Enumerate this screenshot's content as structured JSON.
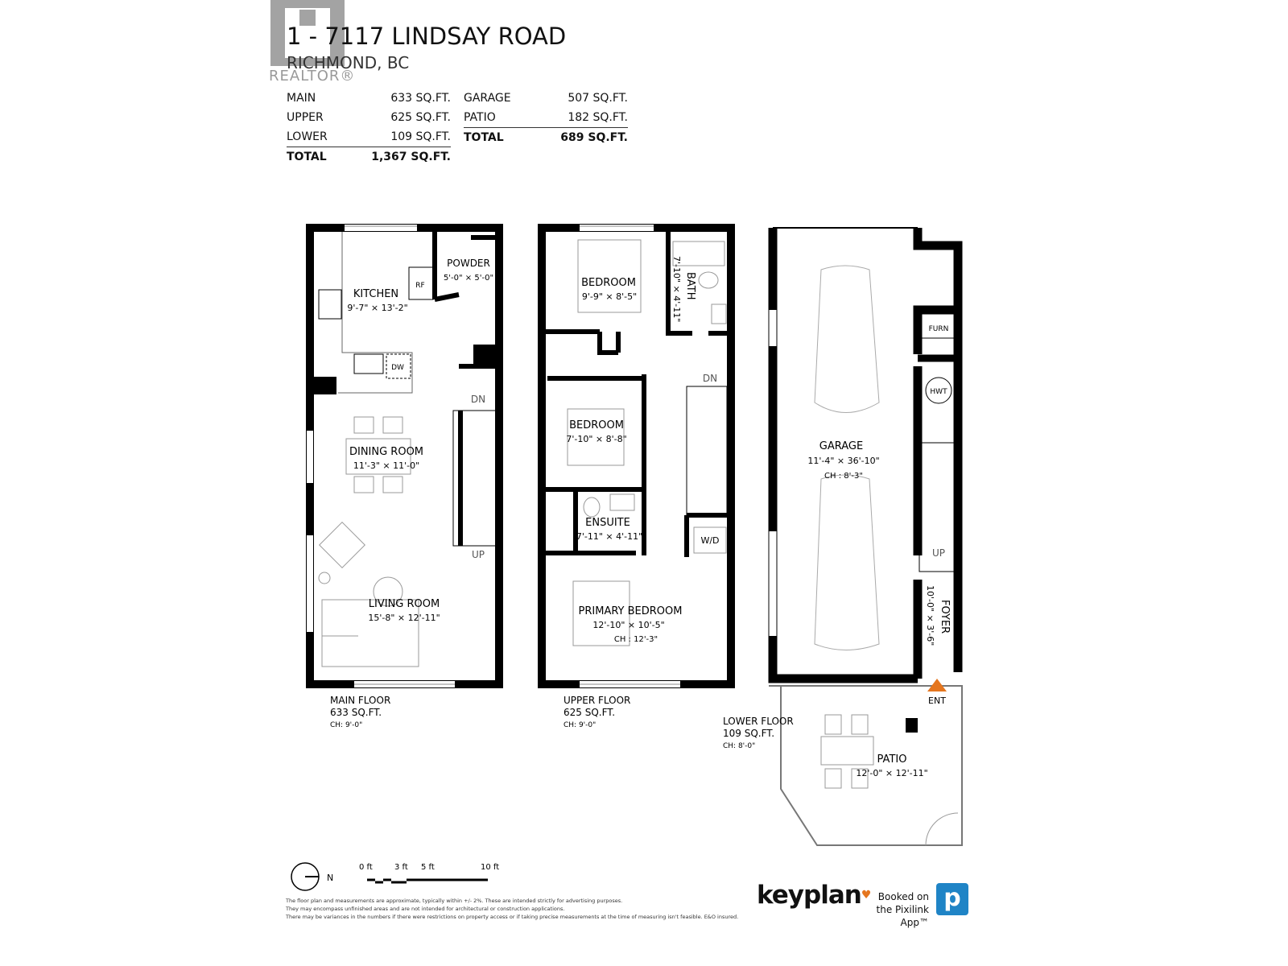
{
  "header": {
    "title": "1 - 7117 LINDSAY ROAD",
    "subtitle": "RICHMOND, BC",
    "logo_text": "REALTOR®"
  },
  "area_table_left": [
    {
      "label": "MAIN",
      "value": "633 SQ.FT."
    },
    {
      "label": "UPPER",
      "value": "625 SQ.FT."
    },
    {
      "label": "LOWER",
      "value": "109 SQ.FT."
    },
    {
      "label": "TOTAL",
      "value": "1,367 SQ.FT."
    }
  ],
  "area_table_right": [
    {
      "label": "GARAGE",
      "value": "507 SQ.FT."
    },
    {
      "label": "PATIO",
      "value": "182 SQ.FT."
    },
    {
      "label": "TOTAL",
      "value": "689 SQ.FT."
    }
  ],
  "rooms": {
    "kitchen": {
      "name": "KITCHEN",
      "dims": "9'-7\" × 13'-2\""
    },
    "powder": {
      "name": "POWDER",
      "dims": "5'-0\" × 5'-0\""
    },
    "dining": {
      "name": "DINING ROOM",
      "dims": "11'-3\" × 11'-0\""
    },
    "living": {
      "name": "LIVING ROOM",
      "dims": "15'-8\" × 12'-11\""
    },
    "bedroom1": {
      "name": "BEDROOM",
      "dims": "9'-9\" × 8'-5\""
    },
    "bath": {
      "name": "BATH",
      "dims": "7'-10\" × 4'-11\""
    },
    "bedroom2": {
      "name": "BEDROOM",
      "dims": "7'-10\" × 8'-8\""
    },
    "ensuite": {
      "name": "ENSUITE",
      "dims": "7'-11\" × 4'-11\""
    },
    "primary": {
      "name": "PRIMARY BEDROOM",
      "dims": "12'-10\" × 10'-5\"",
      "ch": "CH : 12'-3\""
    },
    "garage": {
      "name": "GARAGE",
      "dims": "11'-4\" × 36'-10\"",
      "ch": "CH : 8'-3\""
    },
    "foyer": {
      "name": "FOYER",
      "dims": "10'-0\" × 3'-6\""
    },
    "patio": {
      "name": "PATIO",
      "dims": "12'-0\" × 12'-11\""
    }
  },
  "fixtures": {
    "rf": "RF",
    "dw": "DW",
    "wd": "W/D",
    "furn": "FURN",
    "hwt": "HWT",
    "dn": "DN",
    "up": "UP",
    "ent": "ENT"
  },
  "floors": [
    {
      "name": "MAIN FLOOR",
      "area": "633 SQ.FT.",
      "ch": "CH: 9'-0\""
    },
    {
      "name": "UPPER FLOOR",
      "area": "625 SQ.FT.",
      "ch": "CH: 9'-0\""
    },
    {
      "name": "LOWER FLOOR",
      "area": "109 SQ.FT.",
      "ch": "CH: 8'-0\""
    }
  ],
  "compass": {
    "label": "N"
  },
  "scale": {
    "labels": [
      "0 ft",
      "3 ft",
      "5 ft",
      "10 ft"
    ]
  },
  "disclaimer": [
    "The floor plan and measurements are approximate, typically within +/- 2%. These are intended strictly for advertising purposes.",
    "They may encompass unfinished areas and are not intended for architectural or construction applications.",
    "There may be variances in the numbers if there were restrictions on property access or if taking precise measurements at the time of measuring isn't feasible. E&O insured."
  ],
  "branding": {
    "keyplan": "keyplan",
    "booked_line1": "Booked on",
    "booked_line2": "the Pixilink App™",
    "pixilink_glyph": "p",
    "accent": "#e5761f",
    "pixilink_color": "#1f84c6"
  }
}
